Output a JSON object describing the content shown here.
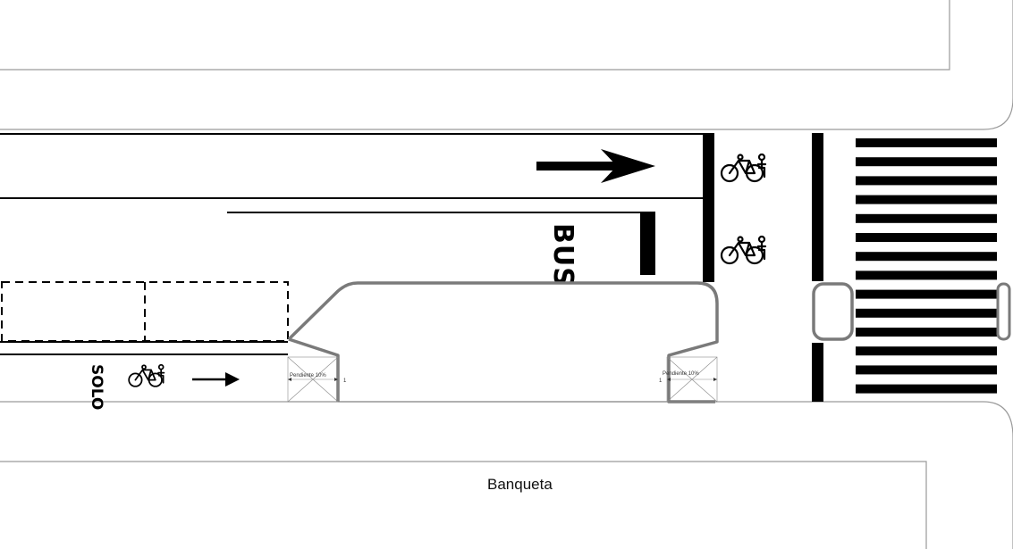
{
  "labels": {
    "banqueta": "Banqueta",
    "bus_lane": "BUS",
    "solo": "SOLO",
    "ramp_left": "Pendiente 10%",
    "ramp_right": "Pendiente 10%"
  },
  "icons": {
    "traffic_arrow": "arrow-right-icon",
    "bicycle": "bicycle-icon",
    "cyclist_arrow": "arrow-right-icon"
  },
  "colors": {
    "marking": "#000000",
    "curb_outline": "#9a9a9a",
    "island_outline": "#7a7a7a",
    "background": "#ffffff"
  }
}
